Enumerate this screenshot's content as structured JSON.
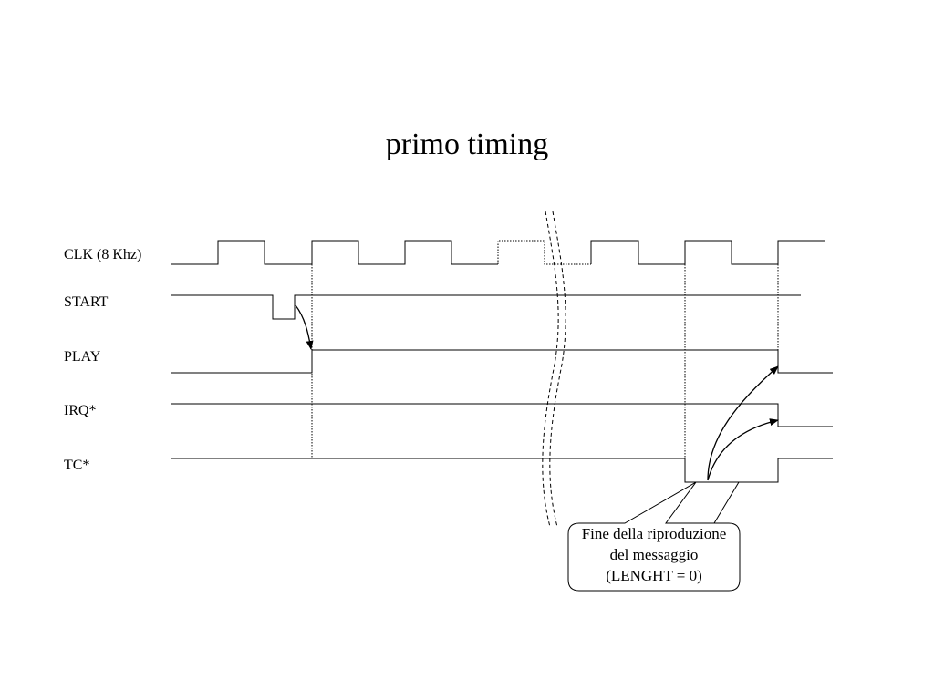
{
  "title": "primo timing",
  "signals": [
    {
      "id": "clk",
      "label": "CLK (8 Khz)"
    },
    {
      "id": "start",
      "label": "START"
    },
    {
      "id": "play",
      "label": "PLAY"
    },
    {
      "id": "irq",
      "label": "IRQ*"
    },
    {
      "id": "tc",
      "label": "TC*"
    }
  ],
  "callout": {
    "line1": "Fine della riproduzione",
    "line2": "del messaggio",
    "line3": "(LENGHT = 0)"
  },
  "colors": {
    "line": "#000000",
    "background": "#ffffff"
  }
}
